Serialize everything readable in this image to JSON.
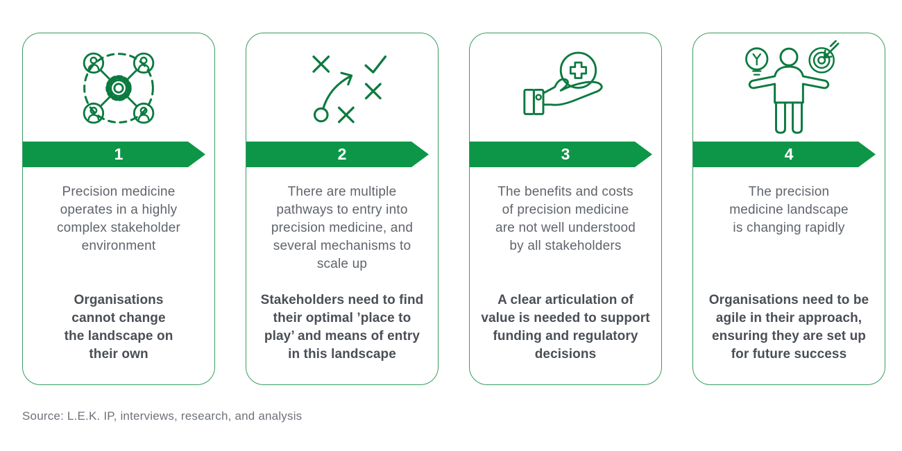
{
  "palette": {
    "banner_green": "#0e9648",
    "icon_green": "#0c7a40",
    "card_border_green": "#379c60",
    "body_text_gray": "#5f646b",
    "emphasis_text_gray": "#4a4f55",
    "number_text": "#ffffff",
    "background": "#ffffff"
  },
  "cards": [
    {
      "number": "1",
      "icon": "stakeholder-network-icon",
      "description": "Precision medicine\noperates in a highly\ncomplex stakeholder\nenvironment",
      "takeaway": "Organisations\ncannot change\nthe landscape on\ntheir own"
    },
    {
      "number": "2",
      "icon": "strategy-path-icon",
      "description": "There are multiple\npathways to entry into\nprecision medicine, and\nseveral mechanisms to\nscale up",
      "takeaway": "Stakeholders need to find\ntheir optimal ’place to\nplay’ and means of entry\nin this landscape"
    },
    {
      "number": "3",
      "icon": "hand-medical-cross-icon",
      "description": "The benefits and costs\nof precision medicine\nare not well understood\nby all stakeholders",
      "takeaway": "A clear articulation of\nvalue is needed to support\nfunding and regulatory\ndecisions"
    },
    {
      "number": "4",
      "icon": "agile-person-icon",
      "description": "The precision\nmedicine landscape\nis changing rapidly",
      "takeaway": "Organisations need to be\nagile in their approach,\nensuring they are set up\nfor future success"
    }
  ],
  "source": "Source: L.E.K. IP, interviews, research, and analysis"
}
